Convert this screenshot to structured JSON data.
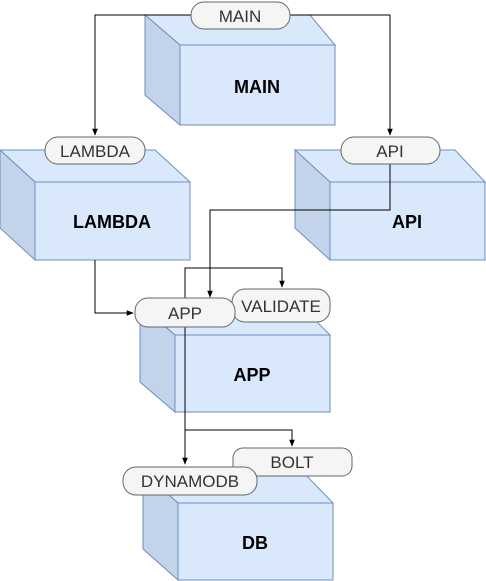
{
  "nodes": {
    "main": "MAIN",
    "lambda": "LAMBDA",
    "api": "API",
    "app": "APP",
    "db": "DB"
  },
  "ports": {
    "main": "MAIN",
    "lambda": "LAMBDA",
    "api": "API",
    "app": "APP",
    "validate": "VALIDATE",
    "dynamodb": "DYNAMODB",
    "bolt": "BOLT"
  },
  "colors": {
    "box_front": "#dae8fc",
    "box_side": "#c3d3ea",
    "box_stroke": "#6c8ebf",
    "pill_fill": "#f5f5f5",
    "pill_stroke": "#666666",
    "edge": "#000000"
  }
}
